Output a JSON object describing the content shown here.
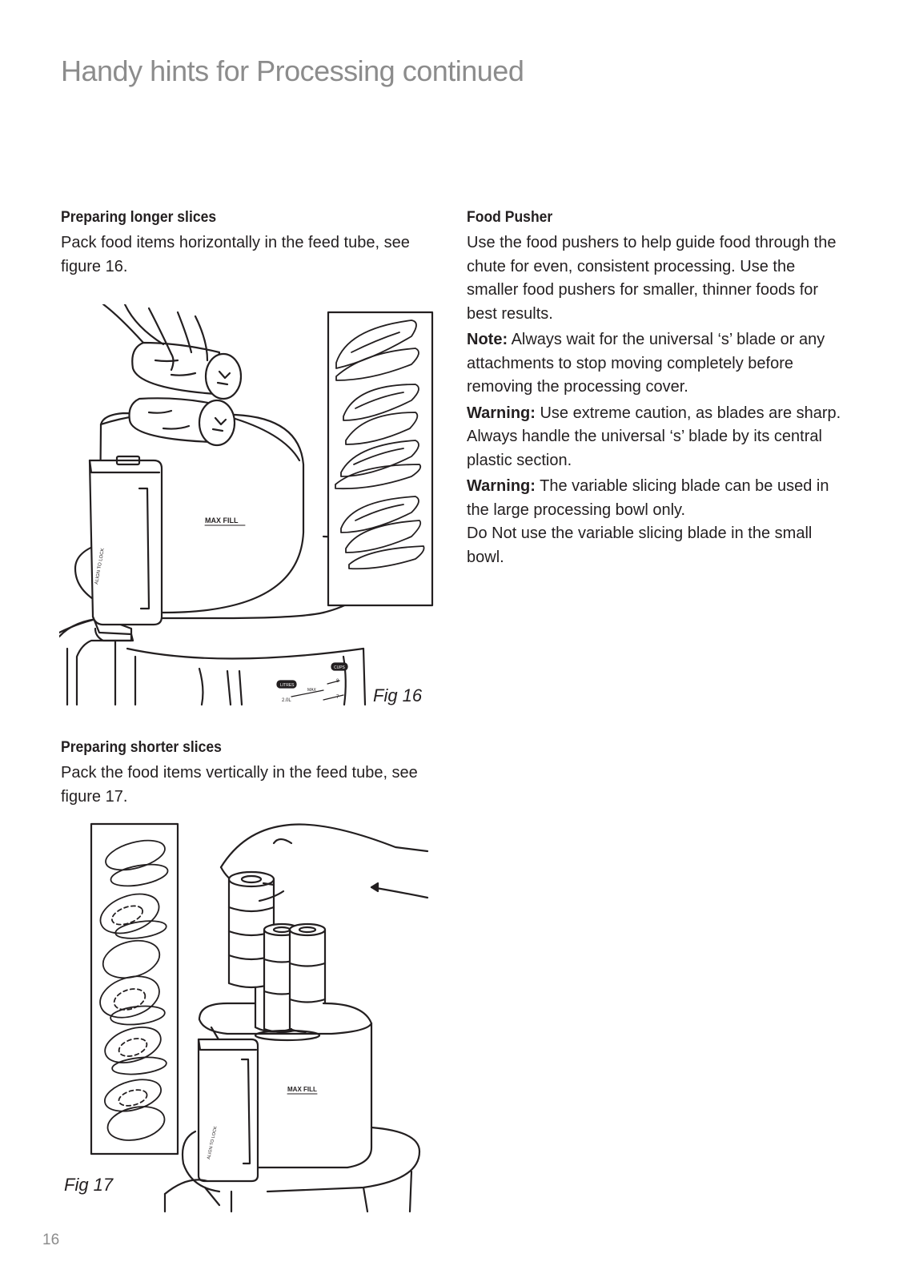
{
  "page": {
    "title": "Handy hints for Processing continued",
    "number": "16"
  },
  "left": {
    "longer": {
      "heading": "Preparing longer slices",
      "body": "Pack food items horizontally in the feed tube, see figure 16."
    },
    "shorter": {
      "heading": "Preparing shorter slices",
      "body": "Pack the food items vertically in the feed tube, see figure 17."
    }
  },
  "right": {
    "heading": "Food Pusher",
    "body": "Use the food pushers to help guide food through the chute for even, consistent processing. Use the smaller food pushers for smaller, thinner foods for best results.",
    "note": {
      "label": "Note:",
      "text": " Always wait for the universal ‘s’ blade or any attachments to stop moving completely before removing the processing cover."
    },
    "warning1": {
      "label": "Warning:",
      "text": " Use extreme caution, as blades are sharp. Always handle the universal ‘s’ blade by its central plastic section."
    },
    "warning2": {
      "label": "Warning:",
      "text": " The variable slicing blade can be used in the large processing bowl only."
    },
    "warning2_extra": "Do Not use the variable slicing blade in the small bowl."
  },
  "fig16": {
    "caption": "Fig 16",
    "max_fill": "MAX FILL",
    "align_lock": "ALIGN TO LOCK",
    "litres": "LITRES",
    "cups": "CUPS",
    "max": "MAX",
    "vol_l": "2.0L",
    "cup8": "8",
    "cup7": "7"
  },
  "fig17": {
    "caption": "Fig 17",
    "max_fill": "MAX FILL",
    "align_lock": "ALIGN TO LOCK"
  }
}
